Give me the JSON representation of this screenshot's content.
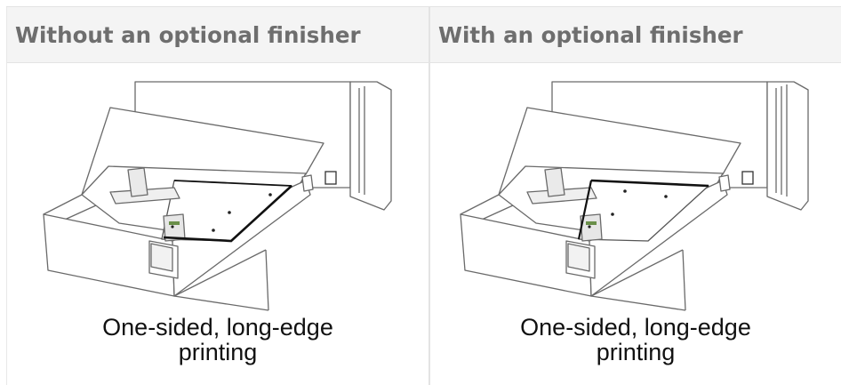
{
  "table": {
    "columns": [
      {
        "header": "Without an optional finisher",
        "caption_line1": "One-sided, long-edge",
        "caption_line2": "printing",
        "image_icon": "printer-tray-icon"
      },
      {
        "header": "With an optional finisher",
        "caption_line1": "One-sided, long-edge",
        "caption_line2": "printing",
        "image_icon": "printer-tray-with-finisher-icon"
      }
    ]
  },
  "colors": {
    "header_bg": "#f4f4f4",
    "header_text": "#6e6e6e",
    "border": "#e3e3e3",
    "caption_text": "#111111"
  }
}
